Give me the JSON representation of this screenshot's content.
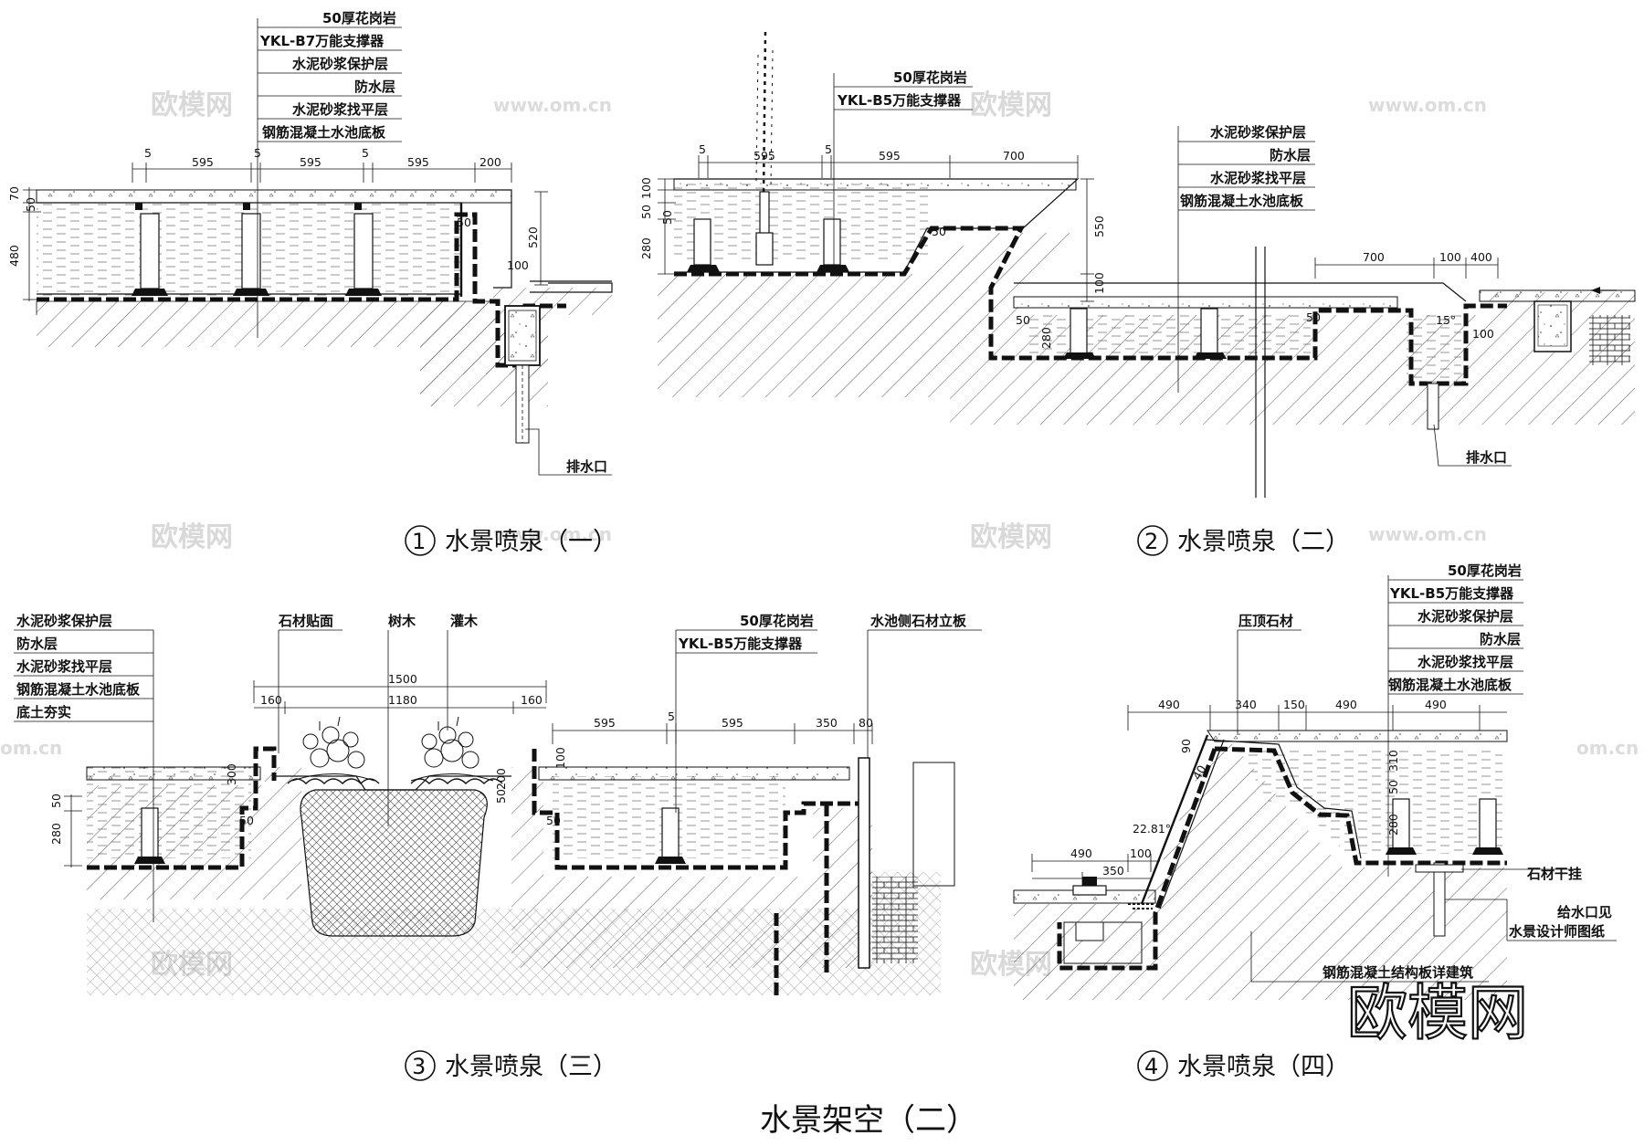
{
  "title": "水景架空（二）",
  "watermarks": {
    "brand": "欧模网",
    "url": "www.om.cn",
    "short_url": "om.cn"
  },
  "logo": "欧模网",
  "d1": {
    "caption_num": "1",
    "caption": "水景喷泉（一）",
    "callouts": [
      "50厚花岗岩",
      "YKL-B7万能支撑器",
      "水泥砂浆保护层",
      "防水层",
      "水泥砂浆找平层",
      "钢筋混凝土水池底板"
    ],
    "dims_top": [
      "5",
      "595",
      "5",
      "595",
      "5",
      "595",
      "200"
    ],
    "dims_left": [
      "70",
      "50",
      "480"
    ],
    "dims_right": [
      "520",
      "100",
      "50"
    ],
    "drain": "排水口"
  },
  "d2": {
    "caption_num": "2",
    "caption": "水景喷泉（二）",
    "callouts_top": [
      "50厚花岗岩",
      "YKL-B5万能支撑器"
    ],
    "callouts_right": [
      "水泥砂浆保护层",
      "防水层",
      "水泥砂浆找平层",
      "钢筋混凝土水池底板"
    ],
    "dims_top": [
      "5",
      "595",
      "5",
      "595",
      "700"
    ],
    "dims_left": [
      "100",
      "50",
      "50",
      "280"
    ],
    "dims_mid": [
      "550",
      "100",
      "50",
      "280",
      "50"
    ],
    "dims_right": [
      "700",
      "100",
      "400"
    ],
    "dims_misc": [
      "50",
      "15°",
      "100"
    ],
    "drain": "排水口"
  },
  "d3": {
    "caption_num": "3",
    "caption": "水景喷泉（三）",
    "callouts_left": [
      "水泥砂浆保护层",
      "防水层",
      "水泥砂浆找平层",
      "钢筋混凝土水池底板",
      "底土夯实"
    ],
    "labels_top": [
      "石材贴面",
      "树木",
      "灌木"
    ],
    "callouts_right": [
      "50厚花岗岩",
      "YKL-B5万能支撑器"
    ],
    "label_wall": "水池侧石材立板",
    "dims_planter": [
      "1500",
      "160",
      "1180",
      "160"
    ],
    "dims_pool": [
      "595",
      "5",
      "595",
      "350",
      "80"
    ],
    "dims_left": [
      "50",
      "280"
    ],
    "dims_misc": [
      "300",
      "50",
      "200",
      "50",
      "100",
      "50"
    ]
  },
  "d4": {
    "caption_num": "4",
    "caption": "水景喷泉（四）",
    "callouts": [
      "50厚花岗岩",
      "YKL-B5万能支撑器",
      "水泥砂浆保护层",
      "防水层",
      "水泥砂浆找平层",
      "钢筋混凝土水池底板"
    ],
    "label_cap": "压顶石材",
    "dims_top": [
      "490",
      "340",
      "150",
      "490",
      "490"
    ],
    "dims_lower": [
      "490",
      "100",
      "350"
    ],
    "angle": "22.81°",
    "dims_misc": [
      "90",
      "40",
      "310",
      "50",
      "280"
    ],
    "label_stone": "石材干挂",
    "label_inlet_1": "给水口见",
    "label_inlet_2": "水景设计师图纸",
    "label_slab": "钢筋混凝土结构板详建筑"
  }
}
